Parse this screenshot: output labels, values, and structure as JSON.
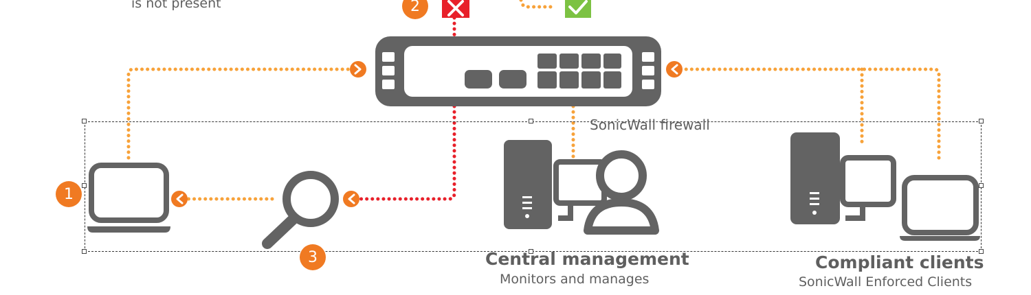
{
  "top_note": "is not present",
  "badges": {
    "one": "1",
    "two": "2",
    "three": "3"
  },
  "firewall_label": "SonicWall firewall",
  "central": {
    "title": "Central management",
    "subtitle": "Monitors and manages"
  },
  "compliant": {
    "title": "Compliant clients",
    "subtitle": "SonicWall Enforced Clients"
  },
  "colors": {
    "device": "#636363",
    "orange": "#f7a23a",
    "red": "#e8202a",
    "badge": "#f07a22",
    "check": "#7cc243",
    "text": "#5f5f5f"
  }
}
